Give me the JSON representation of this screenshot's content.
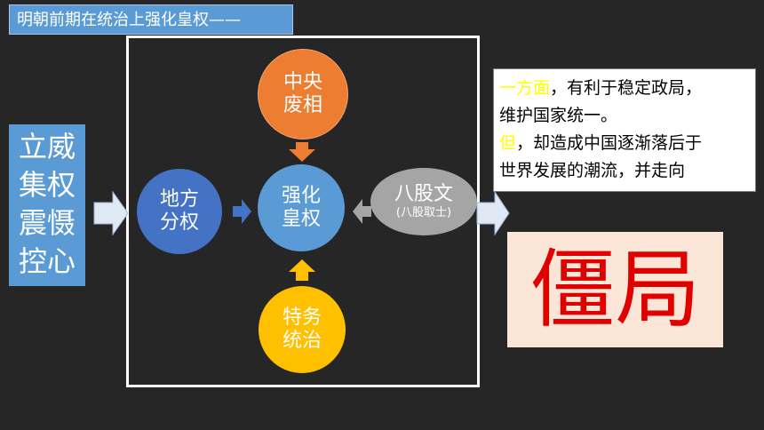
{
  "title": "明朝前期在统治上强化皇权——",
  "left_box": [
    "立威",
    "集权",
    "震慑",
    "控心"
  ],
  "circles": {
    "top": [
      "中央",
      "废相"
    ],
    "center": [
      "强化",
      "皇权"
    ],
    "left": [
      "地方",
      "分权"
    ],
    "bottom": [
      "特务",
      "统治"
    ],
    "right": {
      "main": "八股文",
      "sub": "(八股取士)"
    }
  },
  "text_box": {
    "line1_highlight": "一方面",
    "line1_rest": "，有利于稳定政局，",
    "line2": "维护国家统一。",
    "line3_highlight": "但",
    "line3_rest": "，却造成中国逐渐落后于",
    "line4": "世界发展的潮流，并走向"
  },
  "big_text": "僵局",
  "colors": {
    "blue": "#5b9bd5",
    "dark_blue": "#4472c4",
    "orange": "#ed7d31",
    "yellow": "#ffc000",
    "gray": "#a5a5a5",
    "red": "#e00000"
  }
}
